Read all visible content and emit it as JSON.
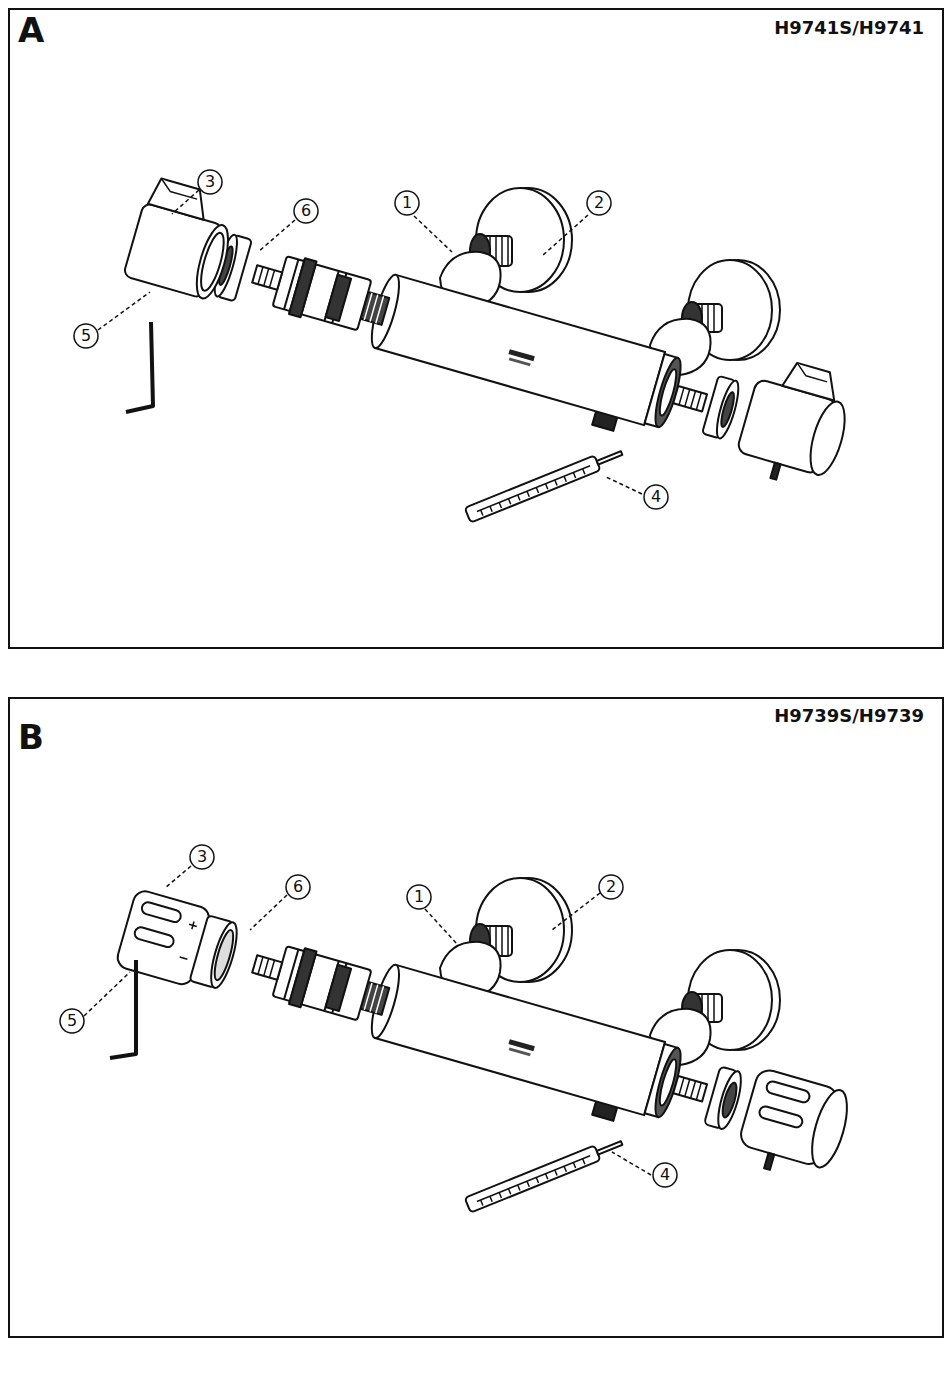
{
  "diagram": {
    "labels": [
      "A",
      "H9741S/H9741",
      "3",
      "6",
      "1",
      "2",
      "5",
      "4",
      "B",
      "H9739S/H9739",
      "3",
      "6",
      "1",
      "2",
      "5",
      "4"
    ]
  }
}
